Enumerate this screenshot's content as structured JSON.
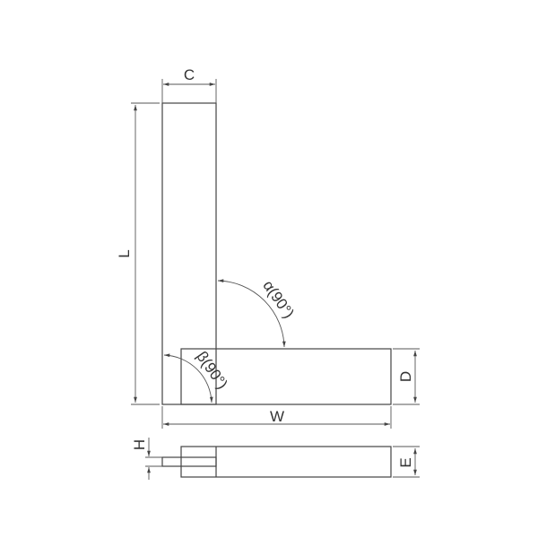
{
  "labels": {
    "c": "C",
    "l": "L",
    "w": "W",
    "d": "D",
    "h": "H",
    "e": "E",
    "alpha": "α(90°)",
    "beta": "β(90°)"
  },
  "colors": {
    "line": "#444444",
    "background": "#ffffff"
  }
}
